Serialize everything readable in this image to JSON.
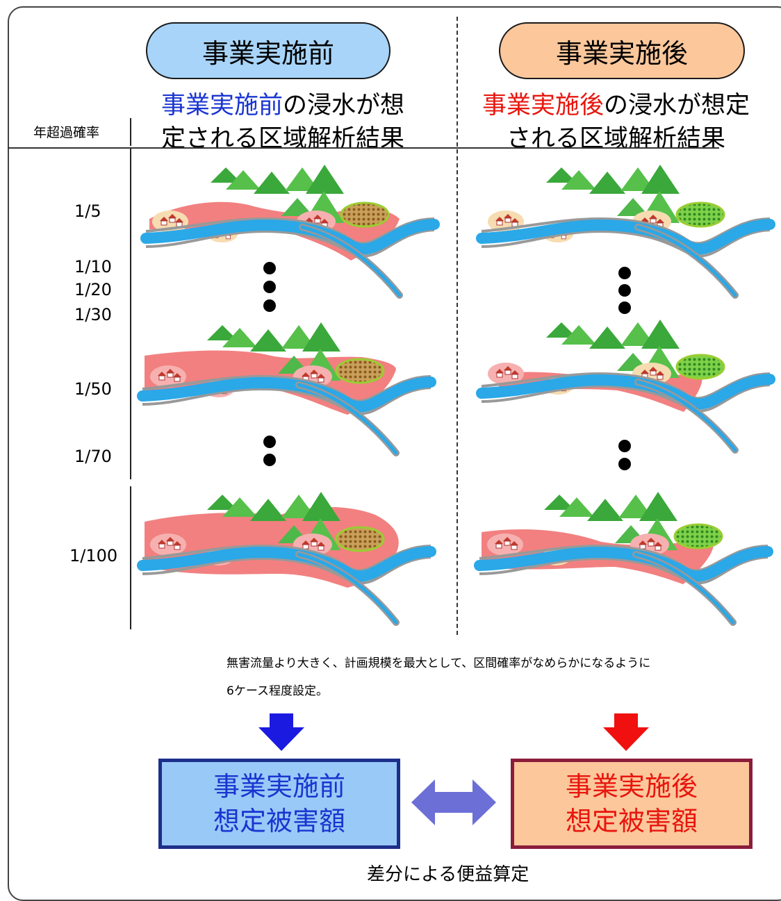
{
  "header": {
    "before_pill": "事業実施前",
    "after_pill": "事業実施後",
    "before_subtitle_highlight": "事業実施前",
    "before_subtitle_line1_rest": "の浸水が想",
    "before_subtitle_line2": "定される区域解析結果",
    "after_subtitle_highlight": "事業実施後",
    "after_subtitle_line1_rest": "の浸水が想定",
    "after_subtitle_line2": "される区域解析結果",
    "axis_label": "年超過確率"
  },
  "probabilities": [
    "1/5",
    "1/10",
    "1/20",
    "1/30",
    "1/50",
    "1/70",
    "1/100"
  ],
  "note": {
    "line1": "無害流量より大きく、計画規模を最大として、区間確率がなめらかになるように",
    "line2": "6ケース程度設定。"
  },
  "result_boxes": {
    "before_line1": "事業実施前",
    "before_line2": "想定被害額",
    "after_line1": "事業実施後",
    "after_line2": "想定被害額"
  },
  "bottom_label": "差分による便益算定",
  "colors": {
    "before_accent": "#1a35d0",
    "after_accent": "#e8160e",
    "flood": "#f28080",
    "river": "#2aa8e8",
    "mountain": "#3aa83a"
  }
}
